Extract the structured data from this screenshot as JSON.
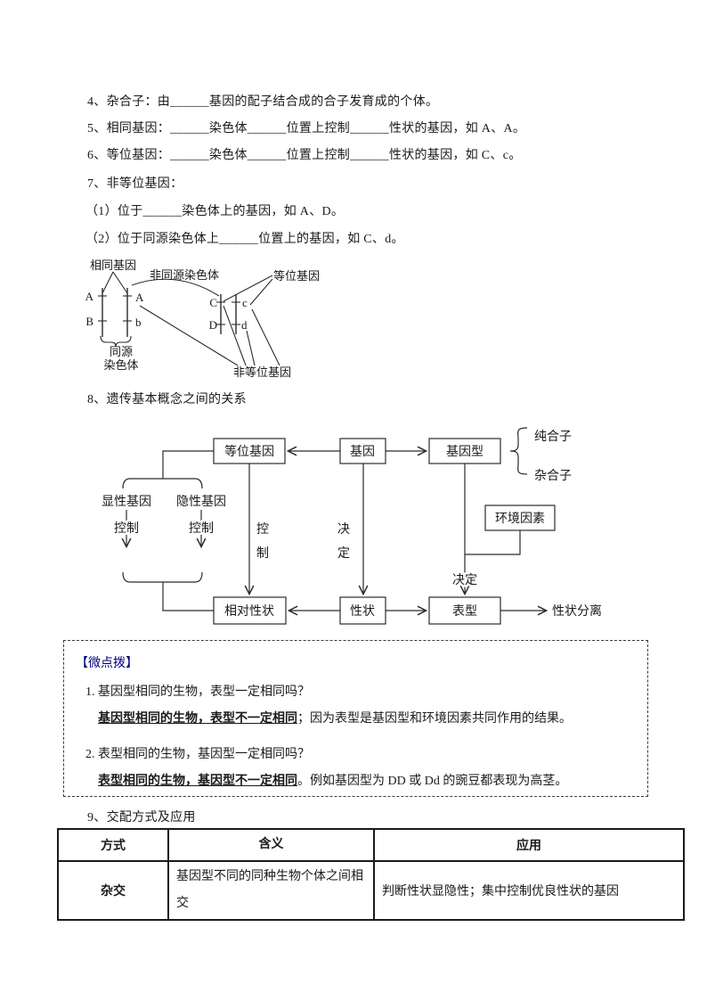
{
  "colors": {
    "text": "#1a1a1a",
    "tip_title_navy": "#000080",
    "line": "#2b2b2b",
    "page_bg": "#ffffff"
  },
  "lines": {
    "item4": "4、杂合子：由______基因的配子结合成的合子发育成的个体。",
    "item5": "5、相同基因：______染色体______位置上控制______性状的基因，如 A、A。",
    "item6": "6、等位基因：______染色体______位置上控制______性状的基因，如 C、c。",
    "item7": "7、非等位基因：",
    "item7_1": "（1）位于______染色体上的基因，如 A、D。",
    "item7_2": "（2）位于同源染色体上______位置上的基因，如 C、d。",
    "item8": "8、遗传基本概念之间的关系",
    "item9": "9、交配方式及应用"
  },
  "diagram": {
    "same_gene": "相同基因",
    "non_homologous": "非同源染色体",
    "allele": "等位基因",
    "non_allele": "非等位基因",
    "homologous_line1": "同源",
    "homologous_line2": "染色体",
    "genes": {
      "a1": "A",
      "b1": "B",
      "a2": "A",
      "b2": "b",
      "c1": "C",
      "d1": "D",
      "c2": "c",
      "d2": "d"
    }
  },
  "flowchart": {
    "boxes": {
      "allele": "等位基因",
      "gene": "基因",
      "genotype": "基因型",
      "env": "环境因素",
      "relative_trait": "相对性状",
      "trait": "性状",
      "phenotype": "表型"
    },
    "labels": {
      "pure": "纯合子",
      "hybrid": "杂合子",
      "dominant_gene": "显性基因",
      "recessive_gene": "隐性基因",
      "control_left": "控制",
      "control_right": "控制",
      "control_v1": "控",
      "control_v2": "制",
      "decide_v1": "决",
      "decide_v2": "定",
      "decide": "决定",
      "segregation": "性状分离"
    }
  },
  "tip_box": {
    "title": "【微点拨】",
    "q1": "1. 基因型相同的生物，表型一定相同吗？",
    "a1_em": "基因型相同的生物，表型不一定相同",
    "a1_rest": "；因为表型是基因型和环境因素共同作用的结果。",
    "q2": "2. 表型相同的生物，基因型一定相同吗？",
    "a2_em": "表型相同的生物，基因型不一定相同",
    "a2_rest": "。例如基因型为 DD 或 Dd 的豌豆都表现为高茎。"
  },
  "table": {
    "headers": [
      "方式",
      "含义",
      "应用"
    ],
    "rows": [
      [
        "杂交",
        "基因型不同的同种生物个体之间相交",
        "判断性状显隐性；集中控制优良性状的基因"
      ]
    ]
  }
}
